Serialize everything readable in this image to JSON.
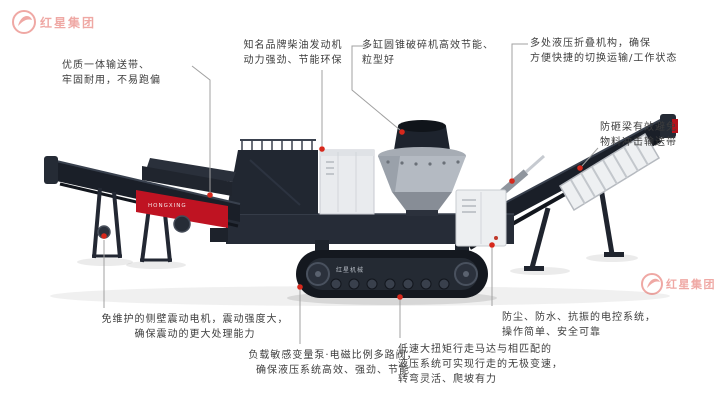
{
  "watermark": {
    "brand": "红星集团",
    "color": "#e0544c"
  },
  "machine": {
    "brand_label": "HONGXING",
    "track_label": "红星机械"
  },
  "annotations": [
    {
      "id": "conveyor-belt",
      "lines": [
        "优质一体输送带、",
        "牢固耐用，不易跑偏"
      ]
    },
    {
      "id": "diesel-engine",
      "lines": [
        "知名品牌柴油发动机",
        "动力强劲、节能环保"
      ]
    },
    {
      "id": "cone-crusher",
      "lines": [
        "多缸圆锥破碎机高效节能、",
        "粒型好"
      ]
    },
    {
      "id": "hydraulic-folding",
      "lines": [
        "多处液压折叠机构，确保",
        "方便快捷的切换运输/工作状态"
      ]
    },
    {
      "id": "anti-smash-beam",
      "lines": [
        "防砸梁有效避免",
        "物料冲击输送带"
      ]
    },
    {
      "id": "vibration-motor",
      "lines": [
        "免维护的侧壁震动电机，震动强度大，",
        "确保震动的更大处理能力"
      ]
    },
    {
      "id": "hydraulic-pump",
      "lines": [
        "负载敏感变量泵·电磁比例多路阀，",
        "确保液压系统高效、强劲、节能"
      ]
    },
    {
      "id": "travel-motor",
      "lines": [
        "低速大扭矩行走马达与相匹配的",
        "液压系统可实现行走的无极变速，",
        "转弯灵活、爬坡有力"
      ]
    },
    {
      "id": "electric-control",
      "lines": [
        "防尘、防水、抗振的电控系统，",
        "操作简单、安全可靠"
      ]
    }
  ]
}
